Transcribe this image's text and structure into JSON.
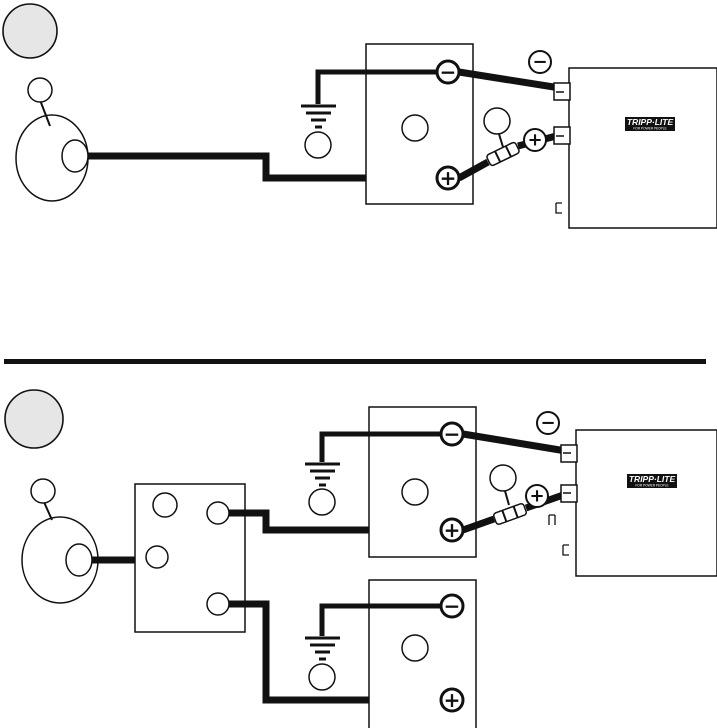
{
  "brand": {
    "name": "TRIPP·LITE",
    "tagline": "FOR POWER PEOPLE"
  },
  "symbols": {
    "plus": "+",
    "minus": "−"
  },
  "panels": [
    {
      "id": "single-battery"
    },
    {
      "id": "dual-battery-isolator"
    }
  ]
}
